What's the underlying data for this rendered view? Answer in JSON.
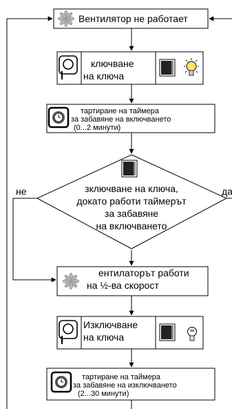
{
  "nodes": {
    "fan_off": "Вентилятор не работает",
    "key_on": {
      "line1": "ключване",
      "line2": "на ключа"
    },
    "timer_on": {
      "line1": "тартиране на таймера",
      "line2": "за забавяне на включването",
      "line3": "(0...2 минути)"
    },
    "decision": {
      "line1": "зключване на ключа,",
      "line2": "докато работи таймерът",
      "line3": "за забавяне",
      "line4": "на включването"
    },
    "fan_half": {
      "line1": "ентилаторът работи",
      "line2": "на ½-ва скорост"
    },
    "key_off": {
      "line1": "Изключване",
      "line2": "на ключа"
    },
    "timer_off": {
      "line1": "тартиране на таймера",
      "line2": "за забавяне на изключването",
      "line3": "(2...30 минути)"
    }
  },
  "branches": {
    "no": "не",
    "yes": "да"
  },
  "icons": [
    "fan-icon",
    "key-switch-icon",
    "light-switch-icon",
    "bulb-icon",
    "timer-icon"
  ]
}
